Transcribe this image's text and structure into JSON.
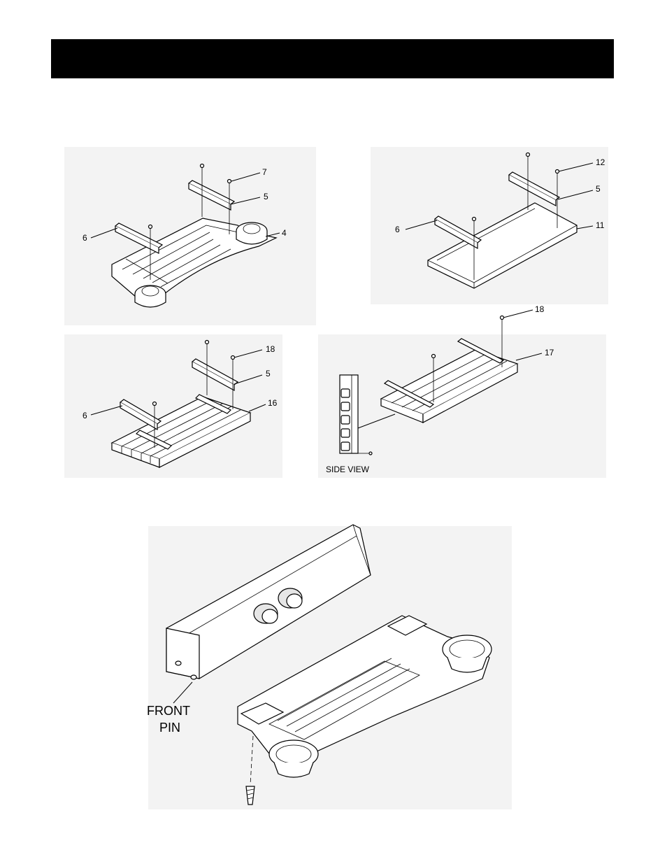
{
  "header": {
    "title": ""
  },
  "panel_a": {
    "labels": [
      "7",
      "5",
      "6",
      "4"
    ]
  },
  "panel_b": {
    "labels": [
      "12",
      "5",
      "6",
      "11"
    ]
  },
  "panel_c": {
    "labels": [
      "18",
      "5",
      "6",
      "16"
    ]
  },
  "panel_d": {
    "labels": [
      "18",
      "17"
    ],
    "side_view": "SIDE VIEW"
  },
  "panel_e": {
    "front_pin_line1": "FRONT",
    "front_pin_line2": "PIN"
  }
}
